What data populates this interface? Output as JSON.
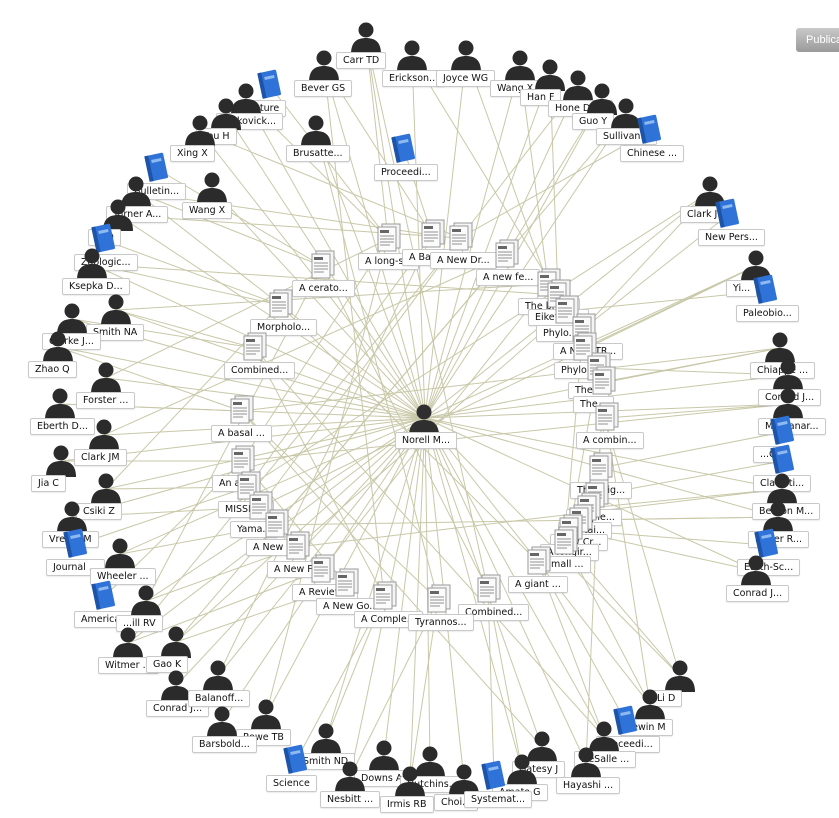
{
  "toolbar": {
    "publications_tab": "Publica"
  },
  "center": {
    "label": "Norell M...",
    "type": "person"
  },
  "nodes": [
    {
      "id": "carr",
      "label": "Carr TD",
      "type": "person"
    },
    {
      "id": "erickson",
      "label": "Erickson...",
      "type": "person"
    },
    {
      "id": "joyce",
      "label": "Joyce WG",
      "type": "person"
    },
    {
      "id": "bever",
      "label": "Bever GS",
      "type": "person"
    },
    {
      "id": "wangx1",
      "label": "Wang X",
      "type": "person"
    },
    {
      "id": "hanf",
      "label": "Han F",
      "type": "person"
    },
    {
      "id": "hone",
      "label": "Hone DWE",
      "type": "person"
    },
    {
      "id": "guoy",
      "label": "Guo Y",
      "type": "person"
    },
    {
      "id": "nature",
      "label": "Nature",
      "type": "journal"
    },
    {
      "id": "makovick",
      "label": "Makovick...",
      "type": "person"
    },
    {
      "id": "youh",
      "label": "You H",
      "type": "person"
    },
    {
      "id": "sullivan",
      "label": "Sullivan...",
      "type": "person"
    },
    {
      "id": "chinese",
      "label": "Chinese ...",
      "type": "journal"
    },
    {
      "id": "xingx",
      "label": "Xing X",
      "type": "person"
    },
    {
      "id": "brusatte",
      "label": "Brusatte...",
      "type": "person"
    },
    {
      "id": "proceedi1",
      "label": "Proceedi...",
      "type": "journal"
    },
    {
      "id": "bulletin",
      "label": "Bulletin...",
      "type": "journal"
    },
    {
      "id": "turner",
      "label": "Turner A...",
      "type": "person"
    },
    {
      "id": "wangx2",
      "label": "Wang X",
      "type": "person"
    },
    {
      "id": "clarkj",
      "label": "Clark J...",
      "type": "person"
    },
    {
      "id": "newpers",
      "label": "New Pers...",
      "type": "journal"
    },
    {
      "id": "norelld",
      "label": "ol D",
      "type": "person"
    },
    {
      "id": "zoologic",
      "label": "Zoologic...",
      "type": "journal"
    },
    {
      "id": "longs",
      "label": "A long-s...",
      "type": "article"
    },
    {
      "id": "basal1",
      "label": "A Basal ...",
      "type": "article"
    },
    {
      "id": "newdr",
      "label": "A New Dr...",
      "type": "article"
    },
    {
      "id": "newfe",
      "label": "A new fe...",
      "type": "article"
    },
    {
      "id": "ceratos",
      "label": "A cerato...",
      "type": "article"
    },
    {
      "id": "ksepka",
      "label": "Ksepka D...",
      "type": "person"
    },
    {
      "id": "yix",
      "label": "Yi...",
      "type": "person"
    },
    {
      "id": "paleobio",
      "label": "Paleobio...",
      "type": "journal"
    },
    {
      "id": "brain",
      "label": "The brai...",
      "type": "article"
    },
    {
      "id": "eiketu",
      "label": "Eiketu E...",
      "type": "article"
    },
    {
      "id": "smithna",
      "label": "Smith NA",
      "type": "person"
    },
    {
      "id": "morpholo",
      "label": "Morpholo...",
      "type": "article"
    },
    {
      "id": "phylo1",
      "label": "Phylo...",
      "type": "article"
    },
    {
      "id": "clarkeja",
      "label": "Clarke J...",
      "type": "person"
    },
    {
      "id": "combined1",
      "label": "Combined...",
      "type": "article"
    },
    {
      "id": "newtr",
      "label": "A NEW TR...",
      "type": "article"
    },
    {
      "id": "chiappe",
      "label": "Chiappe ...",
      "type": "person"
    },
    {
      "id": "zhaoq",
      "label": "Zhao Q",
      "type": "person"
    },
    {
      "id": "phylo2",
      "label": "Phylo...",
      "type": "article"
    },
    {
      "id": "conradj1",
      "label": "Conrad J...",
      "type": "person"
    },
    {
      "id": "forster",
      "label": "Forster ...",
      "type": "person"
    },
    {
      "id": "the1",
      "label": "The...",
      "type": "article"
    },
    {
      "id": "the2",
      "label": "The...",
      "type": "article"
    },
    {
      "id": "montanar",
      "label": "Montanar...",
      "type": "person"
    },
    {
      "id": "eberth",
      "label": "Eberth D...",
      "type": "person"
    },
    {
      "id": "basal2",
      "label": "A basal ...",
      "type": "article"
    },
    {
      "id": "combin2",
      "label": "A combin...",
      "type": "article"
    },
    {
      "id": "clarkjm",
      "label": "Clark JM",
      "type": "person"
    },
    {
      "id": "amnh",
      "label": "...C",
      "type": "journal"
    },
    {
      "id": "jiac",
      "label": "Jia C",
      "type": "person"
    },
    {
      "id": "ana",
      "label": "An a...",
      "type": "article"
    },
    {
      "id": "cladisti",
      "label": "Cladisti...",
      "type": "journal"
    },
    {
      "id": "orig",
      "label": "The orig...",
      "type": "article"
    },
    {
      "id": "csikiz",
      "label": "Csiki Z",
      "type": "person"
    },
    {
      "id": "missing",
      "label": "MISSIN...",
      "type": "article"
    },
    {
      "id": "comple",
      "label": "...mple...",
      "type": "article"
    },
    {
      "id": "vrem",
      "label": "Vrem...M",
      "type": "person"
    },
    {
      "id": "yama",
      "label": "Yama...",
      "type": "article"
    },
    {
      "id": "bentonm",
      "label": "Benton M...",
      "type": "person"
    },
    {
      "id": "certai",
      "label": "...ertai...",
      "type": "article"
    },
    {
      "id": "butler",
      "label": "Butler R...",
      "type": "person"
    },
    {
      "id": "journal",
      "label": "Journal ...",
      "type": "journal"
    },
    {
      "id": "newcr",
      "label": "...ew Cr...",
      "type": "article"
    },
    {
      "id": "news",
      "label": "A New S...",
      "type": "article"
    },
    {
      "id": "longir",
      "label": "A longir...",
      "type": "article"
    },
    {
      "id": "wheeler",
      "label": "Wheeler ...",
      "type": "person"
    },
    {
      "id": "earthsc",
      "label": "Earth-Sc...",
      "type": "journal"
    },
    {
      "id": "newp",
      "label": "A New P...",
      "type": "article"
    },
    {
      "id": "small",
      "label": "...mall ...",
      "type": "article"
    },
    {
      "id": "conradj2",
      "label": "Conrad J...",
      "type": "person"
    },
    {
      "id": "giant",
      "label": "A giant ...",
      "type": "article"
    },
    {
      "id": "review",
      "label": "A Review...",
      "type": "article"
    },
    {
      "id": "american",
      "label": "American...",
      "type": "journal"
    },
    {
      "id": "hillrv",
      "label": "...ill RV",
      "type": "person"
    },
    {
      "id": "newgo",
      "label": "A New Go...",
      "type": "article"
    },
    {
      "id": "combined3",
      "label": "Combined...",
      "type": "article"
    },
    {
      "id": "complete",
      "label": "A Comple...",
      "type": "article"
    },
    {
      "id": "tyrannos",
      "label": "Tyrannos...",
      "type": "article"
    },
    {
      "id": "witmer",
      "label": "Witmer ...",
      "type": "person"
    },
    {
      "id": "gaok",
      "label": "Gao K",
      "type": "person"
    },
    {
      "id": "lid",
      "label": "Li D",
      "type": "person"
    },
    {
      "id": "conradj3",
      "label": "Conrad J...",
      "type": "person"
    },
    {
      "id": "balanoff",
      "label": "Balanoff...",
      "type": "person"
    },
    {
      "id": "lewinm",
      "label": "Lewin M",
      "type": "person"
    },
    {
      "id": "rowetb",
      "label": "Rowe TB",
      "type": "person"
    },
    {
      "id": "proceedi2",
      "label": "Proceedi...",
      "type": "journal"
    },
    {
      "id": "barsbold",
      "label": "Barsbold...",
      "type": "person"
    },
    {
      "id": "desalle",
      "label": "DeSalle ...",
      "type": "person"
    },
    {
      "id": "smithnd",
      "label": "Smith ND",
      "type": "person"
    },
    {
      "id": "gateseyj",
      "label": "Gatesy J",
      "type": "person"
    },
    {
      "id": "science",
      "label": "Science",
      "type": "journal"
    },
    {
      "id": "downsa",
      "label": "Downs A",
      "type": "person"
    },
    {
      "id": "hutchins",
      "label": "Hutchins...",
      "type": "person"
    },
    {
      "id": "hayashi",
      "label": "Hayashi ...",
      "type": "person"
    },
    {
      "id": "amatog",
      "label": "Amato G",
      "type": "person"
    },
    {
      "id": "nesbitt",
      "label": "Nesbitt ...",
      "type": "person"
    },
    {
      "id": "irmisrb",
      "label": "Irmis RB",
      "type": "person"
    },
    {
      "id": "choi",
      "label": "Choi...",
      "type": "person"
    },
    {
      "id": "systemat",
      "label": "Systemat...",
      "type": "journal"
    }
  ]
}
